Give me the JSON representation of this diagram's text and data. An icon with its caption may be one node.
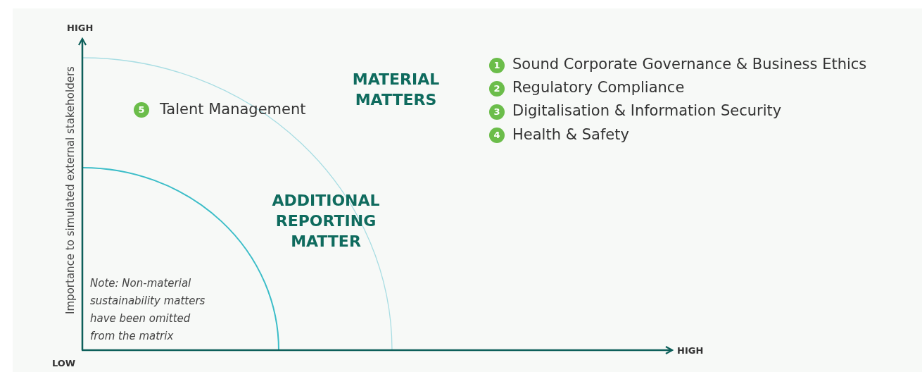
{
  "diagram": {
    "labels": [
      "HIGH",
      "Importance to simulated external stakeholders",
      "5",
      "Talent Management",
      "MATERIAL MATTERS",
      "ADDITIONAL REPORTING MATTER",
      "1",
      "Sound Corporate Governance & Business Ethics",
      "2",
      "Regulatory Compliance",
      "3",
      "Digitalisation & Information Security",
      "4",
      "Health & Safety",
      "Note: Non-material sustainability matters have been omitted from the matrix",
      "LOW",
      "HIGH"
    ]
  }
}
